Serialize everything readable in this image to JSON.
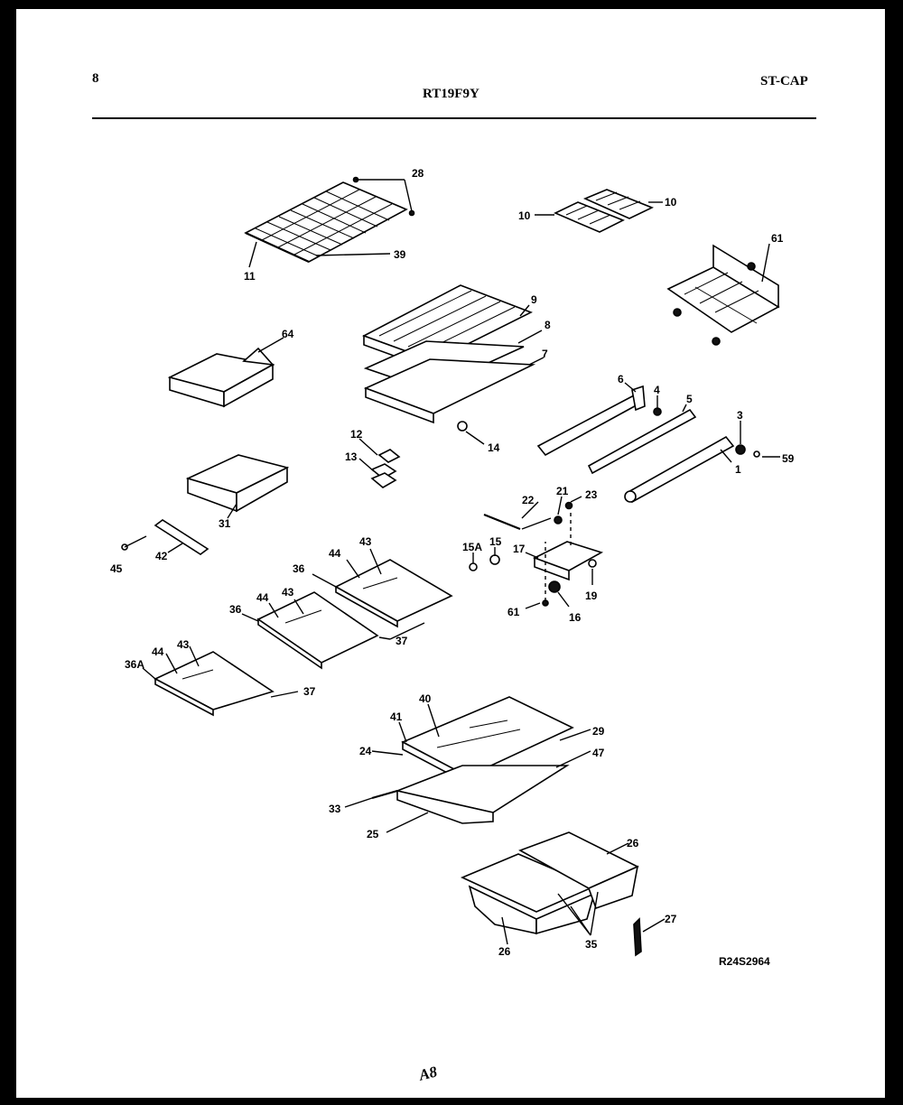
{
  "header": {
    "page_number": "8",
    "model": "RT19F9Y",
    "section": "ST-CAP"
  },
  "footer": {
    "diagram_code": "R24S2964",
    "handwritten_mark": "A8"
  },
  "callouts": [
    {
      "id": "c28",
      "text": "28"
    },
    {
      "id": "c11",
      "text": "11"
    },
    {
      "id": "c39",
      "text": "39"
    },
    {
      "id": "c10a",
      "text": "10"
    },
    {
      "id": "c10b",
      "text": "10"
    },
    {
      "id": "c61a",
      "text": "61"
    },
    {
      "id": "c9",
      "text": "9"
    },
    {
      "id": "c8",
      "text": "8"
    },
    {
      "id": "c7",
      "text": "7"
    },
    {
      "id": "c64",
      "text": "64"
    },
    {
      "id": "c6",
      "text": "6"
    },
    {
      "id": "c4",
      "text": "4"
    },
    {
      "id": "c5",
      "text": "5"
    },
    {
      "id": "c3",
      "text": "3"
    },
    {
      "id": "c59",
      "text": "59"
    },
    {
      "id": "c1",
      "text": "1"
    },
    {
      "id": "c12",
      "text": "12"
    },
    {
      "id": "c13",
      "text": "13"
    },
    {
      "id": "c14",
      "text": "14"
    },
    {
      "id": "c31",
      "text": "31"
    },
    {
      "id": "c22",
      "text": "22"
    },
    {
      "id": "c21",
      "text": "21"
    },
    {
      "id": "c23",
      "text": "23"
    },
    {
      "id": "c45",
      "text": "45"
    },
    {
      "id": "c42",
      "text": "42"
    },
    {
      "id": "c15A",
      "text": "15A"
    },
    {
      "id": "c15",
      "text": "15"
    },
    {
      "id": "c17",
      "text": "17"
    },
    {
      "id": "c19",
      "text": "19"
    },
    {
      "id": "c61b",
      "text": "61"
    },
    {
      "id": "c16",
      "text": "16"
    },
    {
      "id": "c36a",
      "text": "36"
    },
    {
      "id": "c44a",
      "text": "44"
    },
    {
      "id": "c43a",
      "text": "43"
    },
    {
      "id": "c36b",
      "text": "36"
    },
    {
      "id": "c44b",
      "text": "44"
    },
    {
      "id": "c43b",
      "text": "43"
    },
    {
      "id": "c37a",
      "text": "37"
    },
    {
      "id": "c36A",
      "text": "36A"
    },
    {
      "id": "c44c",
      "text": "44"
    },
    {
      "id": "c43c",
      "text": "43"
    },
    {
      "id": "c37b",
      "text": "37"
    },
    {
      "id": "c40",
      "text": "40"
    },
    {
      "id": "c41",
      "text": "41"
    },
    {
      "id": "c29",
      "text": "29"
    },
    {
      "id": "c24",
      "text": "24"
    },
    {
      "id": "c47",
      "text": "47"
    },
    {
      "id": "c33",
      "text": "33"
    },
    {
      "id": "c25",
      "text": "25"
    },
    {
      "id": "c26a",
      "text": "26"
    },
    {
      "id": "c27",
      "text": "27"
    },
    {
      "id": "c26b",
      "text": "26"
    },
    {
      "id": "c35",
      "text": "35"
    }
  ]
}
